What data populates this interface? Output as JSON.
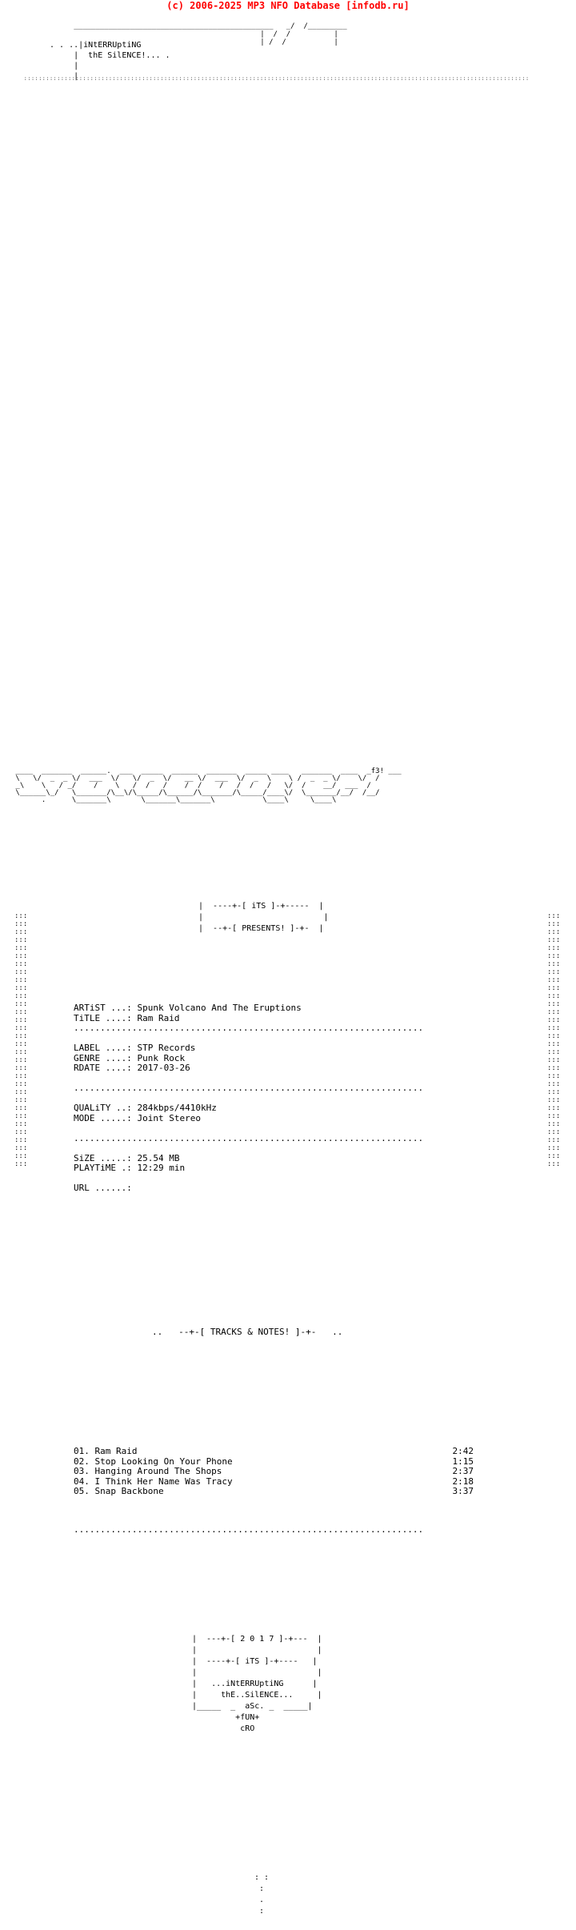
{
  "header": "(c) 2006-2025 MP3 NFO Database [infodb.ru]",
  "group_logo": {
    "line1": "iNtERRUptiNG",
    "line2": "thE SilENCE!..."
  },
  "logo_tag": "_f3!",
  "its_label": "iTS",
  "presents_label": "PRESENTS!",
  "release": {
    "artist_label": "ARTiST ...:",
    "artist": "Spunk Volcano And The Eruptions",
    "title_label": "TiTLE ....:",
    "title": "Ram Raid",
    "label_label": "LABEL ....:",
    "label": "STP Records",
    "genre_label": "GENRE ....:",
    "genre": "Punk Rock",
    "rdate_label": "RDATE ....:",
    "rdate": "2017-03-26",
    "quality_label": "QUALiTY ..:",
    "quality": "284kbps/4410kHz",
    "mode_label": "MODE .....:",
    "mode": "Joint Stereo",
    "size_label": "SiZE .....:",
    "size": "25.54 MB",
    "playtime_label": "PLAYTiME .:",
    "playtime": "12:29 min",
    "url_label": "URL ......:"
  },
  "tracks_header": "TRACKS & NOTES!",
  "tracks": [
    {
      "num": "01.",
      "name": "Ram Raid",
      "time": "2:42"
    },
    {
      "num": "02.",
      "name": "Stop Looking On Your Phone",
      "time": "1:15"
    },
    {
      "num": "03.",
      "name": "Hanging Around The Shops",
      "time": "2:37"
    },
    {
      "num": "04.",
      "name": "I Think Her Name Was Tracy",
      "time": "2:18"
    },
    {
      "num": "05.",
      "name": "Snap Backbone",
      "time": "3:37"
    }
  ],
  "footer": {
    "year": "2 0 1 7",
    "its": "iTS",
    "line1": "...iNtERRUptiNG",
    "line2": "thE..SilENCE...",
    "credits": [
      "aSc.",
      "fUN",
      "cRO"
    ]
  }
}
